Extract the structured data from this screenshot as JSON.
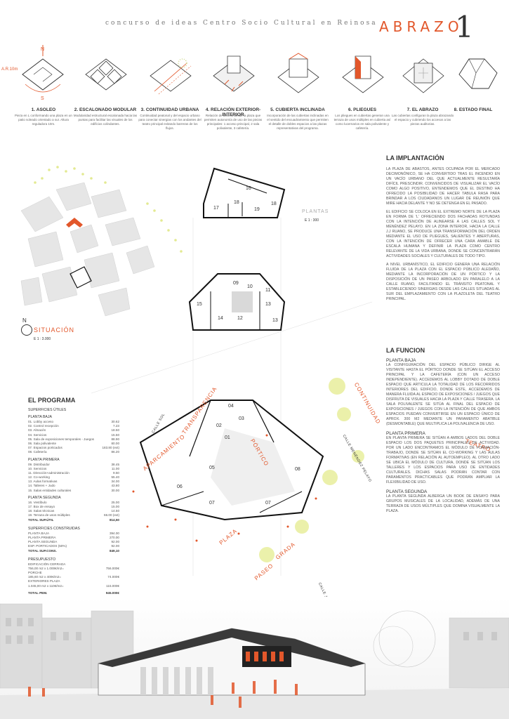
{
  "header": {
    "title": "concurso de ideas Centro Socio Cultural en Reinosa",
    "brand": "ABRAZO",
    "brand_number": "1"
  },
  "steps": [
    {
      "title": "1. ASOLEO",
      "desc": "Pieza en L conformando una plaza en un patio soleado orientado a sur. Altura reguladora 10m."
    },
    {
      "title": "2. ESCALONADO MODULAR",
      "desc": "Modularidad estructural escalonada hacia las puntas para facilitar las visuales de los edificios colindantes."
    },
    {
      "title": "3. CONTINUIDAD URBANA",
      "desc": "Continuidad peatonal y del espacio urbano para conectar sinergias con los andantes del teatro principal evitando barreras de los flujos."
    },
    {
      "title": "4. RELACIÓN EXTERIOR-INTERIOR",
      "desc": "Relación de acceso desde la plaza que permiten autonomía de uso de las piezas principales: 1 acceso principal, 2 sala polivalente, 3 cafetería."
    },
    {
      "title": "5. CUBIERTA INCLINADA",
      "desc": "Incorporación de las cubiertas inclinadas en el sentido del encuadramiento que permiten el detalle de dobles espacios a las plazas representativas del programa."
    },
    {
      "title": "6. PLIEGUES",
      "desc": "Los pliegues en cubiertas generan una terraza de usos múltiples en cubierta así como lucernarios en sala polivalente y cafetería."
    },
    {
      "title": "7. EL ABRAZO",
      "desc": "Las cubiertas configuran la plaza abrazando el espacio y cubriendo los accesos a las piezas auditorias."
    },
    {
      "title": "8. ESTADO FINAL",
      "desc": ""
    }
  ],
  "plan_labels": {
    "plantas": "PLANTAS",
    "plantas_scale": "E 1 : 300",
    "situacion": "SITUACIÓN",
    "situacion_scale": "E 1 : 3.000",
    "north": "N",
    "sun_label": "A.R.10m",
    "streets": {
      "sol": "CALLE SOL",
      "menendez": "CALLE MENÉNDEZ PELAYO",
      "ruano": "CALLE J.J RUANO"
    },
    "orange": {
      "transparencia": "TRANSPARENCIA",
      "aparcamiento": "APARCAMIENTO",
      "portico": "PÓRTICO",
      "plaza": "PLAZA",
      "grada": "GRADA",
      "paseo": "PASEO",
      "continuidad": "CONTINUIDAD",
      "teatro": "TEATRO"
    },
    "rooms_top": [
      "16",
      "17",
      "18",
      "19",
      "18"
    ],
    "rooms_mid": [
      "09",
      "10",
      "11",
      "15",
      "14",
      "12",
      "13",
      "13"
    ],
    "rooms_ground": [
      "04",
      "03",
      "02",
      "01",
      "05",
      "06",
      "07",
      "07",
      "08"
    ]
  },
  "implantacion": {
    "title": "LA IMPLANTACIÓN",
    "p1": "LA PLAZA DE ABASTOS, ANTES OCUPADA POR EL MERCADO DECIMONÓNICO, SE HA CONVERTIDO TRAS EL INCENDIO EN UN VACÍO URBANO DEL QUE ACTUALMENTE RESULTARÍA DIFÍCIL PRESCINDIR. CONVENCIDOS DE VISUALIZAR EL VACÍO COMO ALGO POSITIVO, ENTENDEMOS QUE EL DESTINO HA OFRECIDO LA POSIBILIDAD DE HACER TABULA RASA PARA BRINDAR A LOS CIUDADANOS UN LUGAR DE REUNIÓN QUE MIRE HACIA DELANTE Y NO SE DETENGA EN EL PASADO.",
    "p2": "EL EDIFICIO SE COLOCA EN EL EXTREMO NORTE DE LA PLAZA EN FORMA DE 'L' OFRECIENDO DOS FACHADAS ROTUNDAS CON LA INTENCIÓN DE ALINEARSE A LAS CALLES SOL Y MENÉNDEZ PELAYO. EN LA ZONA INTERIOR, HACIA LA CALLE J.J RUANO, SE PRODUCE UNA TRANSFORMACIÓN DEL ORDEN MEDIANTE EL USO DE PLIEGUES, SALIENTES Y ABERTURAS, CON LA INTENCIÓN DE OFRECER UNA CARA AMABLE DE ESCALA HUMANA Y DEFINIR LA PLAZA COMO CENTRO RELEVANTE DE LA VIDA URBANA, DONDE SE CONCENTRARÁN ACTIVIDADES SOCIALES Y CULTURALES DE TODO TIPO.",
    "p3": "A NIVEL URBANÍSTICO, EL EDIFICIO GENERA UNA RELACIÓN FLUIDA DE LA PLAZA CON EL ESPACIO PÚBLICO ALEDAÑO, MEDIANTE LA INCORPORACIÓN DE UN PÓRTICO Y LA DISPOSICIÓN DE UN PASEO ARBOLADO EN PARALELO A LA CALLE RUANO, FACILITANDO EL TRÁNSITO PEATONAL Y ESTABLECIENDO SINERGIAS DESDE LAS CALLES SITUADAS AL SUR DEL EMPLAZAMIENTO CON LA PLAZOLETA DEL TEATRO PRINCIPAL."
  },
  "funcion": {
    "title": "LA FUNCION",
    "baja_title": "PLANTA BAJA",
    "baja": "LA CONFIGURACIÓN DEL ESPACIO PÚBLICO DIRIGE AL VISITANTE HASTA EL PÓRTICO DONDE SE SITÚAN EL ACCESO PRINCIPAL Y LA CAFETERÍA (CON UN ACCESO INDEPENDIENTE). ACCEDEMOS AL LOBBY DOTADO DE DOBLE ESPACIO QUE ARTICULA LA TOTALIDAD DE LOS RECORRIDOS INTERIORES DEL EDIFICIO, DONDE ESTE, ACCEDEMOS DE MANERA FLUIDA AL ESPACIO DE EXPOSICIONES / JUEGOS QUE DISFRUTA DE VISUALES HACIA LA PLAZA Y CALLE TRASERA. LA SALA POLIVALENTE SE SITÚA AL FINAL DEL ESPACIO DE EXPOSICIONES / JUEGOS CON LA INTENCIÓN DE QUE AMBOS ESPACIOS PUEDAN CONVERTIRSE EN UN ESPACIO ÚNICO DE APROX. 300 M2 MEDIANTE UN PARAMENTO ABATIBLE (DESMONTABLE) QUE MULTIPLICA LA POLIVALENCIA DE USO.",
    "primera_title": "PLANTA PRIMERA",
    "primera": "EN PLANTA PRIMERA SE SITÚAN A AMBOS LADOS DEL DOBLE ESPACIO LOS DOS PAQUETES PRINCIPALES DE ACTIVIDAD. POR UN LADO ENCONTRAMOS EL MÓDULO DE FORMACIÓN-TRABAJO, DONDE SE SITÚAN EL CO-WORKING Y LAS AULAS FORMATIVAS (EN RELACIÓN AL AUTOEMPLEO). AL OTRO LADO SE UBICA EL MÓDULO DE CULTURA, DONDE SE SITÚAN LOS TALLERES Y LOS ESPACIOS PARA USO DE ENTIDADES CULTURALES. DICHAS SALAS PODRÁN CONTAR CON PARAMENTOS PRACTICABLES QUE PODRÁN AMPLIAR LA FLEXIBILIDAD DE USO.",
    "segunda_title": "PLANTA SEGUNDA",
    "segunda": "LA PLANTA SEGUNDA ALBERGA UN BOOK DE ENSAYO PARA GRUPOS MUSICALES DE LA LOCALIDAD, ADEMÁS DE UNA TERRAZA DE USOS MÚLTIPLES QUE DOMINA VISUALMENTE LA PLAZA."
  },
  "programa": {
    "title": "EL PROGRAMA",
    "utiles_title": "SUPERFICIES ÚTILES",
    "baja_title": "PLANTA BAJA",
    "baja": [
      [
        "01. Lobby acceso",
        "30.62"
      ],
      [
        "02. Control recepción",
        "7.23"
      ],
      [
        "03. Almacén",
        "18.50"
      ],
      [
        "04. Servicios",
        "15.50"
      ],
      [
        "05. Sala de exposiciones temporales - Juegos",
        "88.90"
      ],
      [
        "06. Sala polivalente",
        "80.00"
      ],
      [
        "07. Espacios porticados",
        "183.80 (ext)"
      ],
      [
        "08. Cafetería",
        "86.20"
      ]
    ],
    "primera_title": "PLANTA PRIMERA",
    "primera": [
      [
        "09. Distribuidor",
        "38.45"
      ],
      [
        "10. Servicios",
        "11.00"
      ],
      [
        "11. Dirección+administración",
        "9.50"
      ],
      [
        "12. Co-working",
        "55.40"
      ],
      [
        "13. Aulas formativas",
        "34.00"
      ],
      [
        "14. Talleres + Judo",
        "43.80"
      ],
      [
        "15. Salas entidades culturales",
        "30.00"
      ]
    ],
    "segunda_title": "PLANTA SEGUNDA",
    "segunda": [
      [
        "16. Vestíbulo",
        "25.00"
      ],
      [
        "17. Box de ensayo",
        "15.00"
      ],
      [
        "18. Salas técnicas",
        "14.50"
      ],
      [
        "19. Terraza de usos múltiples",
        "66.00 (ext)"
      ]
    ],
    "total_utiles": [
      "TOTAL SUP.ÚTIL",
      "814,50"
    ],
    "construidas_title": "SUPERFICIES CONSTRUIDAS",
    "construidas": [
      [
        "PLANTA BAJA",
        "394.00"
      ],
      [
        "PLANTA PRIMERA",
        "270.00"
      ],
      [
        "PLANTA SEGUNDA",
        "92.00"
      ],
      [
        "ESP. PORTICADOS (50%)",
        "92.00"
      ]
    ],
    "total_const": [
      "TOTAL SUP.CONS.",
      "849,10"
    ],
    "presupuesto_title": "PRESUPUESTO",
    "presupuesto": [
      [
        "EDIFICACIÓN CERRADA",
        ""
      ],
      [
        "756,00 m2 x 1.000€/m2=",
        "756.000€"
      ],
      [
        "PORCHE",
        ""
      ],
      [
        "185,60 m2 x 400€/m2=",
        "74.000€"
      ],
      [
        "EXTERIORES PLAZA",
        ""
      ],
      [
        "1.045,00 m2 x 110€/m2=",
        "115.000€"
      ]
    ],
    "total_pem": [
      "TOTAL PEM.",
      "945.000€"
    ]
  },
  "colors": {
    "accent": "#e2572b",
    "text": "#444444",
    "line": "#1a1a1a"
  }
}
